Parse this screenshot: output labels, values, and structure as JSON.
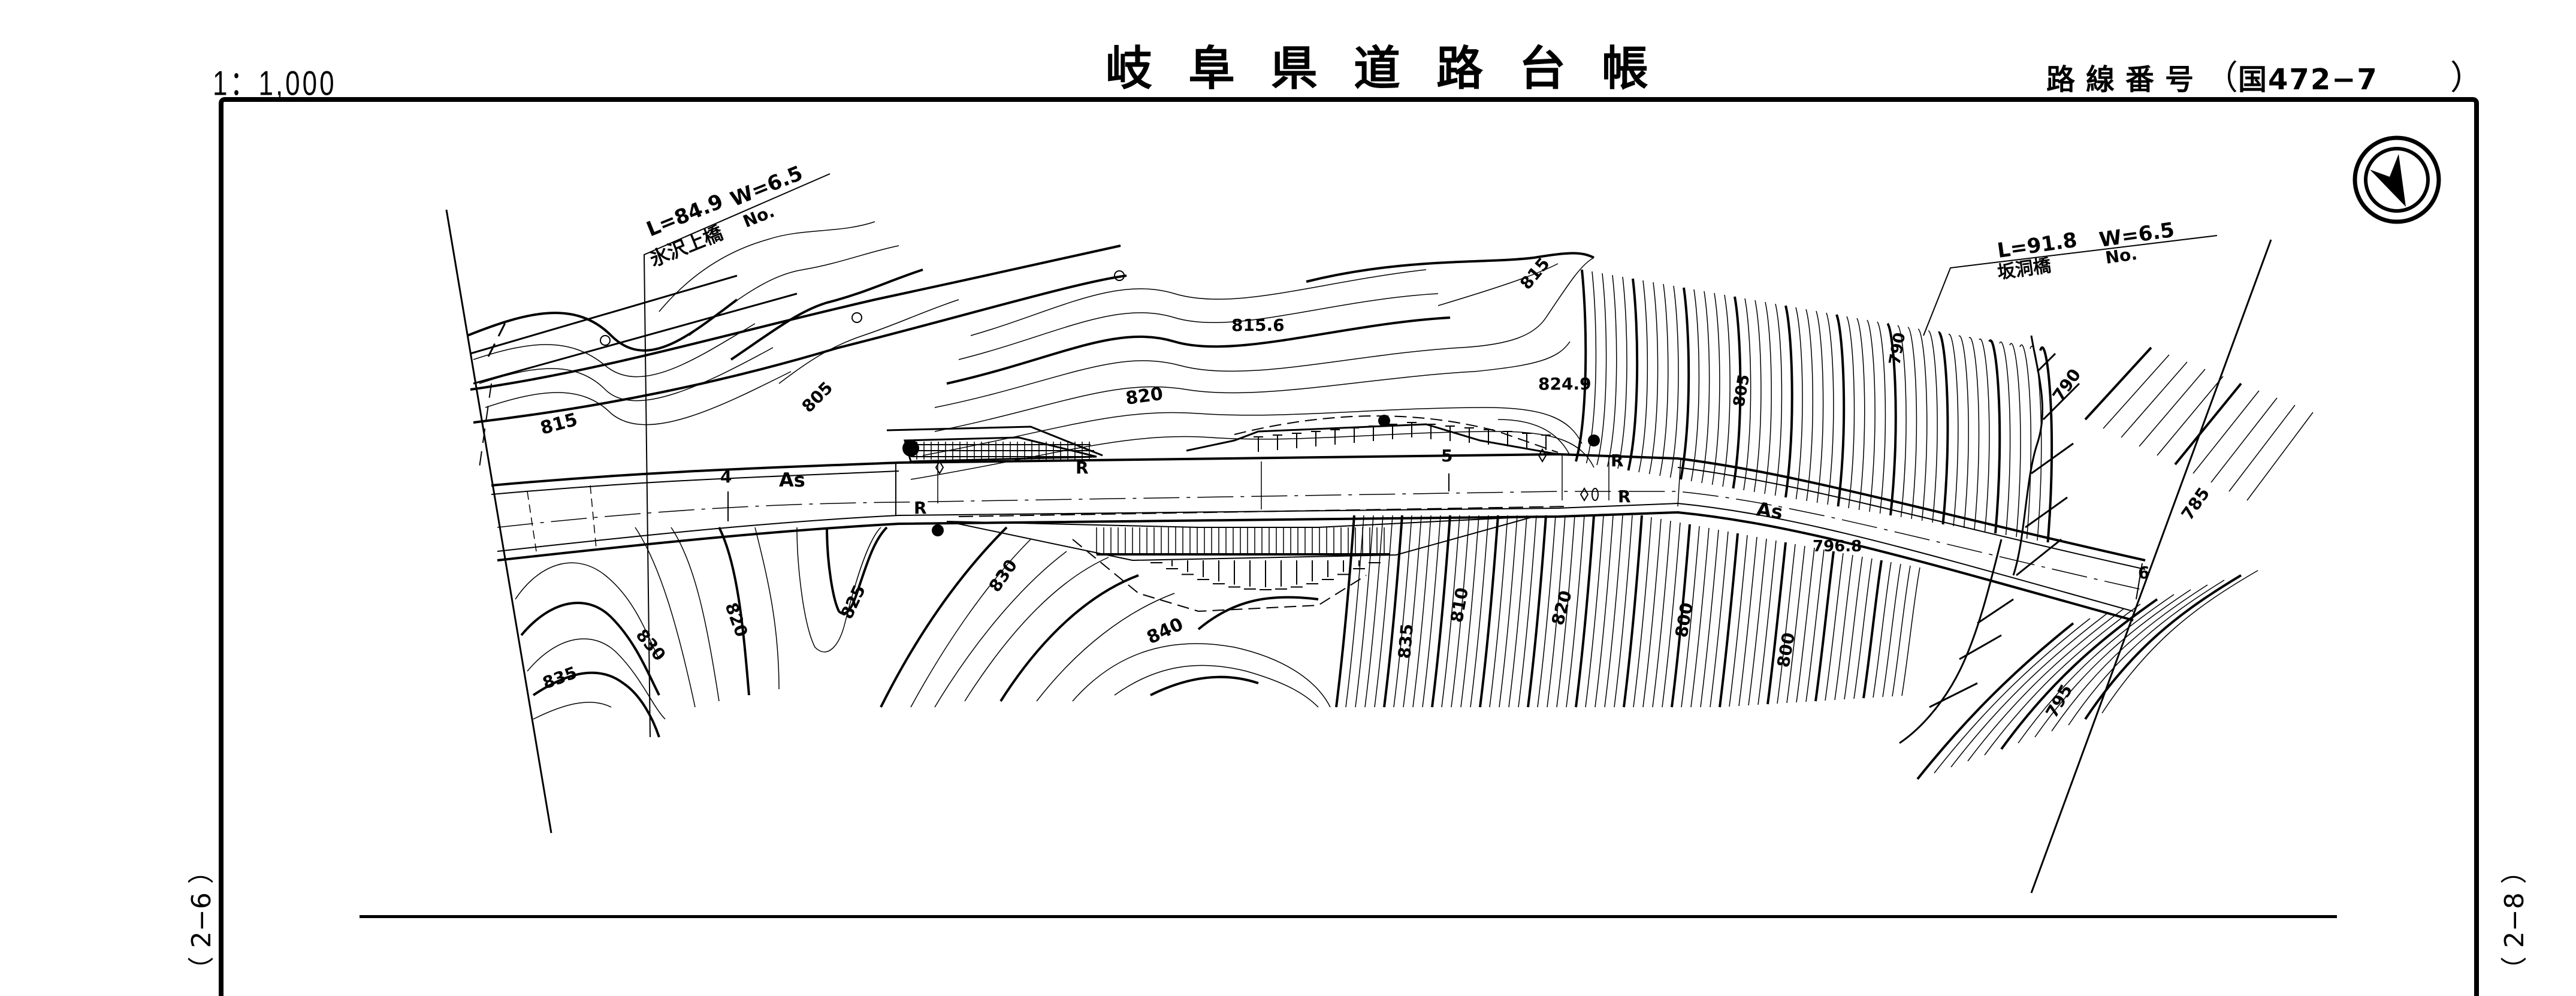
{
  "header": {
    "scale": "1：1,000",
    "title": "岐阜県道路台帳",
    "route_label": "路線番号",
    "route_open": "（",
    "route_number": "国472−7",
    "route_close": "）"
  },
  "side_labels": {
    "left": "（ 2−6 ）",
    "right": "（ 2−8 ）"
  },
  "north_arrow": {
    "icon": "north-arrow-icon"
  },
  "bridges": [
    {
      "length": "L=84.9",
      "width": "W=6.5",
      "name": "氷沢上橋",
      "number_label": "No."
    },
    {
      "length": "L=91.8",
      "width": "W=6.5",
      "name": "坂洞橋",
      "number_label": "No."
    }
  ],
  "stations": [
    "4",
    "5",
    "6"
  ],
  "road": {
    "surface_labels": [
      "As",
      "As"
    ],
    "retaining_labels": [
      "R",
      "R",
      "R",
      "R"
    ]
  },
  "elevation_points": [
    "815.6",
    "824.9",
    "796.8"
  ],
  "contour_labels": [
    "815",
    "805",
    "820",
    "815",
    "805",
    "790",
    "790",
    "785",
    "820",
    "825",
    "830",
    "830",
    "835",
    "840",
    "835",
    "820",
    "810",
    "800",
    "795"
  ]
}
